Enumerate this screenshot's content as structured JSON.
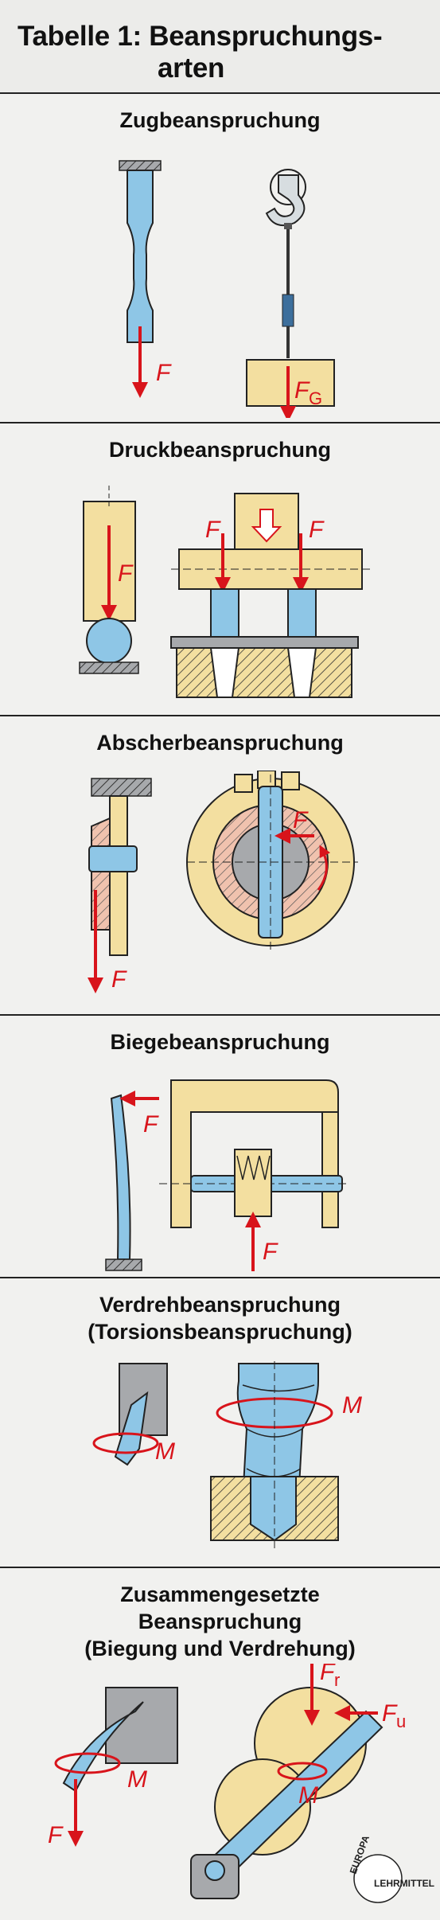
{
  "header": {
    "line1": "Tabelle 1:  Beanspruchungs-",
    "line2": "arten"
  },
  "sections": [
    {
      "title": [
        "Zugbeanspruchung"
      ],
      "labels": {
        "f1": "F",
        "fg_main": "F",
        "fg_sub": "G"
      }
    },
    {
      "title": [
        "Druckbeanspruchung"
      ],
      "labels": {
        "f_left": "F",
        "f_press_l": "F",
        "f_press_r": "F"
      }
    },
    {
      "title": [
        "Abscherbeanspruchung"
      ],
      "labels": {
        "f_left": "F",
        "f_right": "F"
      }
    },
    {
      "title": [
        "Biegebeanspruchung"
      ],
      "labels": {
        "f_top": "F",
        "f_bottom": "F"
      }
    },
    {
      "title": [
        "Verdrehbeanspruchung",
        "(Torsionsbeanspruchung)"
      ],
      "labels": {
        "m_left": "M",
        "m_right": "M"
      }
    },
    {
      "title": [
        "Zusammengesetzte",
        "Beanspruchung",
        "(Biegung und Verdrehung)"
      ],
      "labels": {
        "m_left": "M",
        "f_left": "F",
        "fr_main": "F",
        "fr_sub": "r",
        "fu_main": "F",
        "fu_sub": "u",
        "m_right": "M"
      }
    }
  ],
  "logo": {
    "top": "EUROPA",
    "bottom": "LEHRMITTEL"
  },
  "colors": {
    "red": "#d8141b",
    "blue": "#8ec6e6",
    "yellow": "#f3dfa0",
    "salmon": "#f0c2ae",
    "grey": "#a7a9ac"
  }
}
